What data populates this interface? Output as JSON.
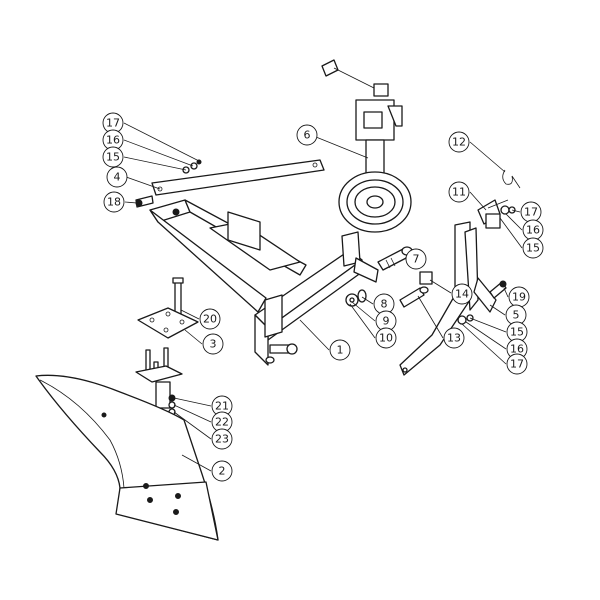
{
  "callouts": [
    {
      "id": "17a",
      "label": "17"
    },
    {
      "id": "16a",
      "label": "16"
    },
    {
      "id": "15a",
      "label": "15"
    },
    {
      "id": "4",
      "label": "4"
    },
    {
      "id": "18",
      "label": "18"
    },
    {
      "id": "6",
      "label": "6"
    },
    {
      "id": "12",
      "label": "12"
    },
    {
      "id": "11",
      "label": "11"
    },
    {
      "id": "17b",
      "label": "17"
    },
    {
      "id": "16b",
      "label": "16"
    },
    {
      "id": "15b",
      "label": "15"
    },
    {
      "id": "7",
      "label": "7"
    },
    {
      "id": "14",
      "label": "14"
    },
    {
      "id": "19",
      "label": "19"
    },
    {
      "id": "8",
      "label": "8"
    },
    {
      "id": "9",
      "label": "9"
    },
    {
      "id": "10",
      "label": "10"
    },
    {
      "id": "13",
      "label": "13"
    },
    {
      "id": "5",
      "label": "5"
    },
    {
      "id": "15c",
      "label": "15"
    },
    {
      "id": "16c",
      "label": "16"
    },
    {
      "id": "17c",
      "label": "17"
    },
    {
      "id": "1",
      "label": "1"
    },
    {
      "id": "20",
      "label": "20"
    },
    {
      "id": "3",
      "label": "3"
    },
    {
      "id": "21",
      "label": "21"
    },
    {
      "id": "22",
      "label": "22"
    },
    {
      "id": "23",
      "label": "23"
    },
    {
      "id": "2",
      "label": "2"
    }
  ]
}
